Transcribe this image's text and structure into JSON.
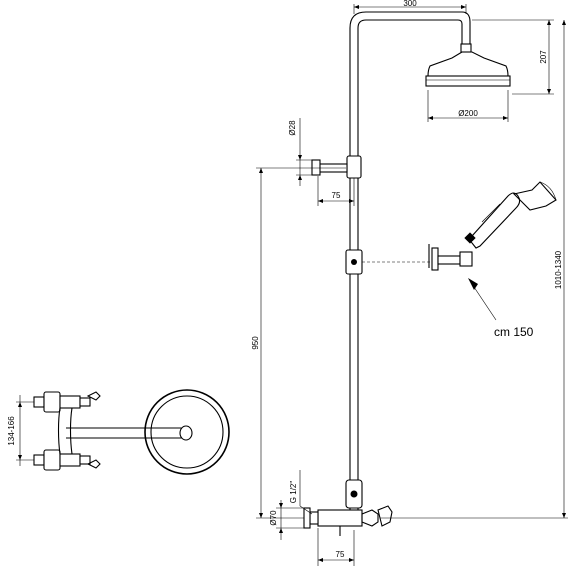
{
  "dimensions": {
    "arm_length": "300",
    "head_height": "207",
    "head_diameter": "Ø200",
    "inlet_diameter": "Ø28",
    "inlet_offset": "75",
    "column_height": "950",
    "overall_height": "1010-1340",
    "hose_length": "cm 150",
    "thread": "G 1/2\"",
    "flange_diameter": "Ø70",
    "wall_offset": "75",
    "centers": "134-166"
  }
}
